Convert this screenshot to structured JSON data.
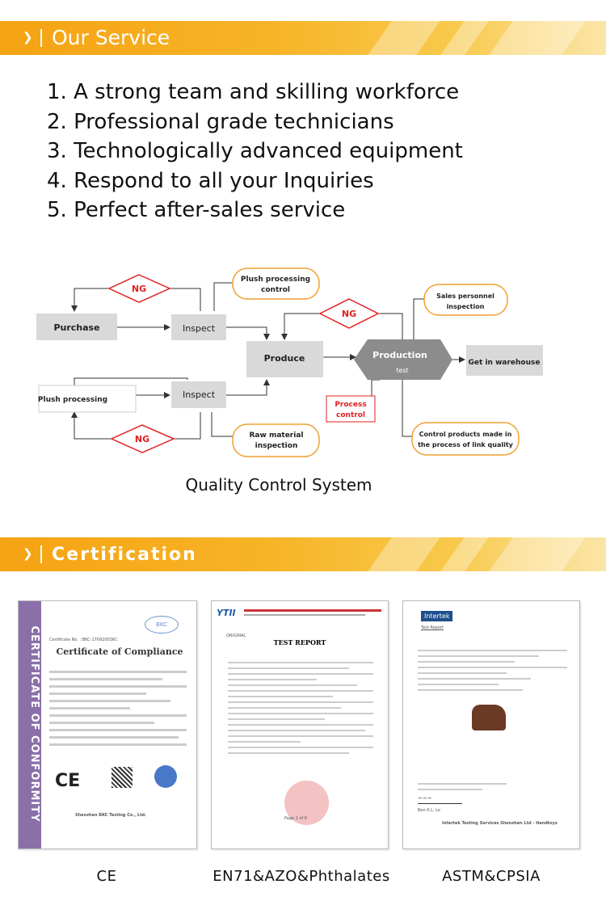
{
  "banners": {
    "service": "Our Service",
    "certification": "Certification"
  },
  "service_list": [
    "1. A strong team and skilling workforce",
    "2. Professional grade technicians",
    "3. Technologically advanced equipment",
    "4. Respond to all your Inquiries",
    "5. Perfect after-sales service"
  ],
  "flow": {
    "ng": "NG",
    "purchase": "Purchase",
    "inspect": "Inspect",
    "plush_processing_control": [
      "Plush processing",
      "control"
    ],
    "produce": "Produce",
    "production": "Production",
    "test": "test",
    "get_in_warehouse": "Get in warehouse",
    "sales_personnel_inspection": [
      "Sales personnel",
      "inspection"
    ],
    "plush_processing": "Plush processing",
    "process_control": [
      "Process",
      "control"
    ],
    "raw_material_inspection": [
      "Raw material",
      "inspection"
    ],
    "control_products": [
      "Control products made in",
      "the process of link quality"
    ],
    "colors": {
      "ng": "#e02020",
      "process": "#e02020",
      "ring": "#f0a030",
      "box": "#d9d9d9"
    }
  },
  "flow_caption": "Quality Control System",
  "certificates": {
    "ce": {
      "label": "CE",
      "side_text": "CERTIFICATE OF CONFORMITY",
      "heading": "Certificate of Compliance",
      "cert_no": "Certificate No. : BKC-170920036C",
      "mark": "CE",
      "issuer": "Shenzhen BKC Testing Co., Ltd."
    },
    "en71": {
      "label": "EN71&AZO&Phthalates",
      "logo": "YTII",
      "heading": "TEST REPORT",
      "original": "ORIGINAL",
      "page": "Page 1 of 6"
    },
    "astm": {
      "label": "ASTM&CPSIA",
      "logo": "Intertek",
      "sub": "Test Report",
      "issuer": "Intertek Testing Services Shenzhen Ltd - Handtoys",
      "signer": "Ben K.L. Lo"
    }
  }
}
